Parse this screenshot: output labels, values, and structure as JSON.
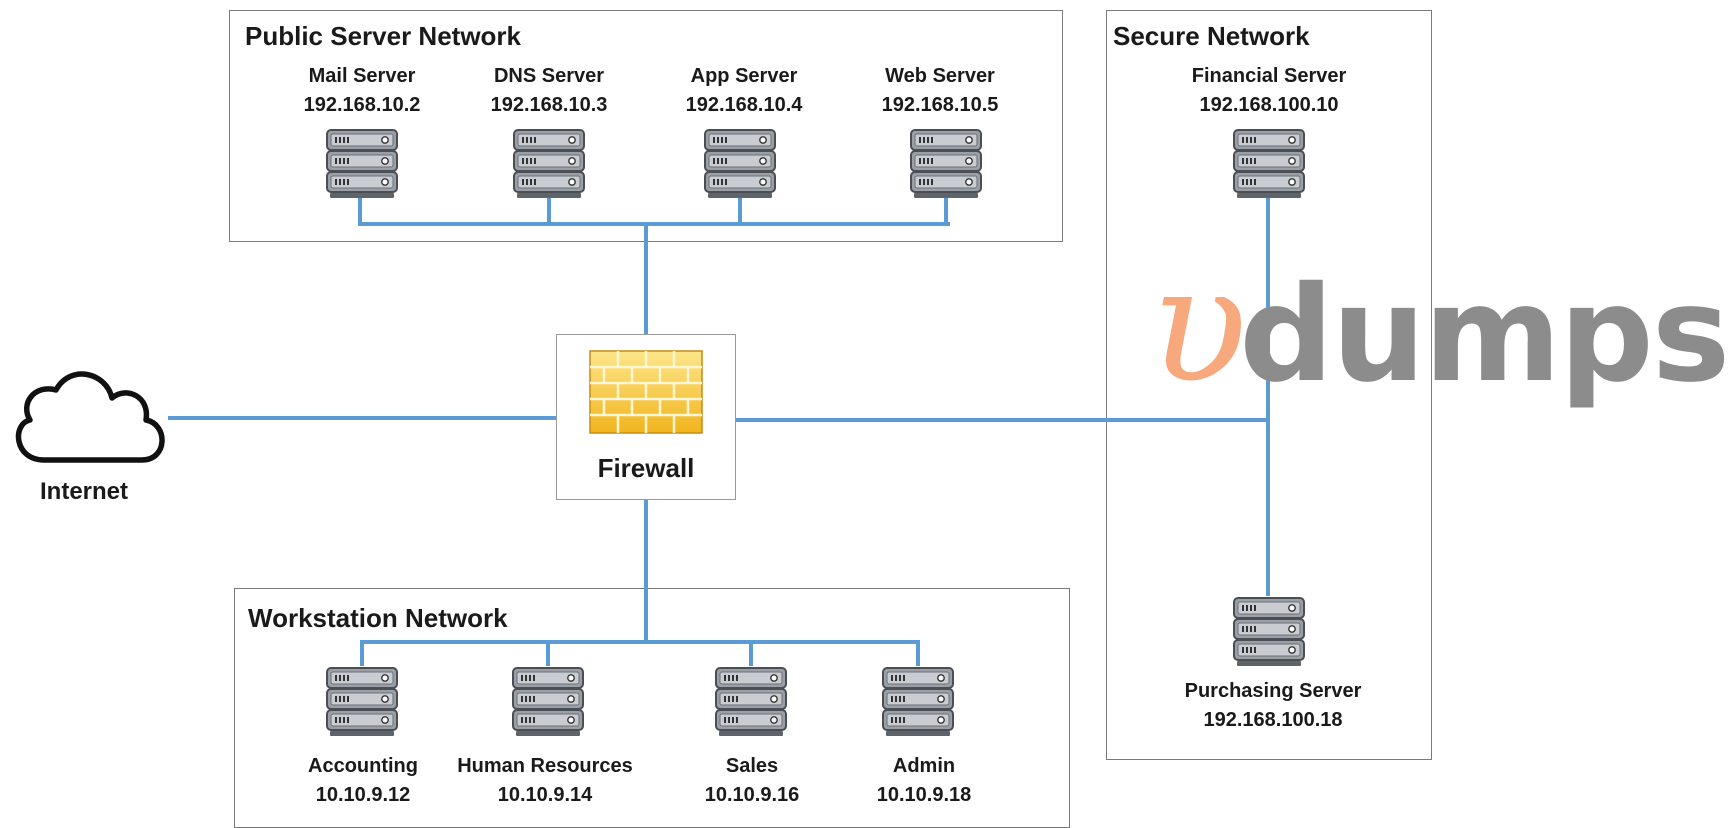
{
  "public_network": {
    "title": "Public Server Network",
    "servers": [
      {
        "name": "Mail Server",
        "ip": "192.168.10.2"
      },
      {
        "name": "DNS Server",
        "ip": "192.168.10.3"
      },
      {
        "name": "App Server",
        "ip": "192.168.10.4"
      },
      {
        "name": "Web Server",
        "ip": "192.168.10.5"
      }
    ]
  },
  "secure_network": {
    "title": "Secure Network",
    "servers": [
      {
        "name": "Financial Server",
        "ip": "192.168.100.10"
      },
      {
        "name": "Purchasing Server",
        "ip": "192.168.100.18"
      }
    ]
  },
  "workstation_network": {
    "title": "Workstation Network",
    "hosts": [
      {
        "name": "Accounting",
        "ip": "10.10.9.12"
      },
      {
        "name": "Human Resources",
        "ip": "10.10.9.14"
      },
      {
        "name": "Sales",
        "ip": "10.10.9.16"
      },
      {
        "name": "Admin",
        "ip": "10.10.9.18"
      }
    ]
  },
  "firewall": {
    "label": "Firewall"
  },
  "internet": {
    "label": "Internet"
  },
  "watermark": {
    "text": "dumps"
  },
  "colors": {
    "link": "#5b9bd5",
    "box_border": "#7a7a7a",
    "server_body": "#9aa0a6",
    "firewall_brick": "#f5c232",
    "watermark_v": "#f7a87c",
    "watermark_text": "#8c8c8c"
  }
}
